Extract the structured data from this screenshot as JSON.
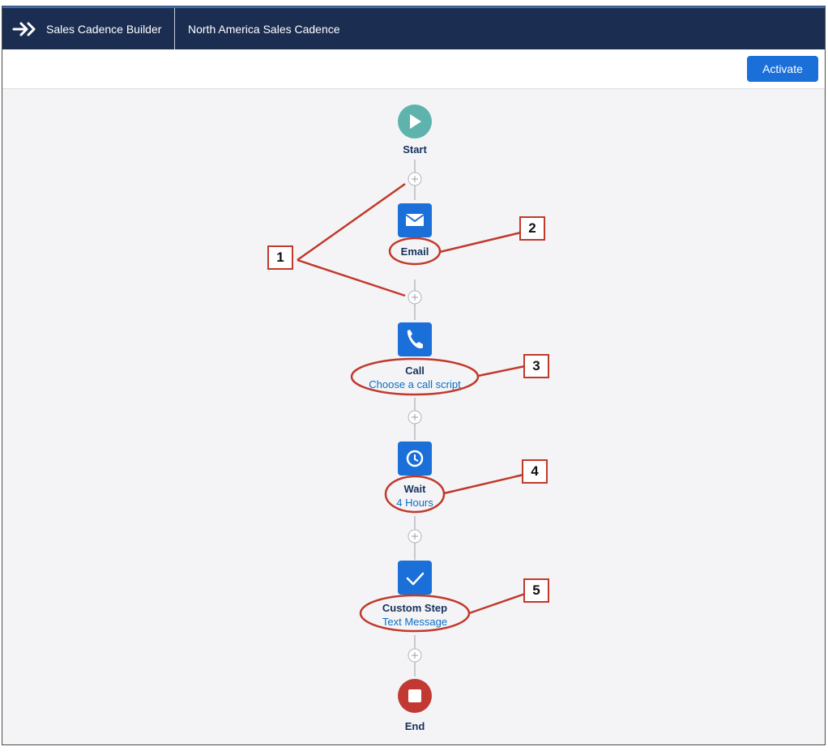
{
  "header": {
    "app_title": "Sales Cadence Builder",
    "record_title": "North America Sales Cadence"
  },
  "toolbar": {
    "activate_label": "Activate"
  },
  "flow": {
    "start_label": "Start",
    "end_label": "End",
    "steps": [
      {
        "label": "Email",
        "sublabel": "",
        "icon": "envelope-icon"
      },
      {
        "label": "Call",
        "sublabel": "Choose a call script",
        "icon": "phone-icon"
      },
      {
        "label": "Wait",
        "sublabel": "4 Hours",
        "icon": "clock-icon"
      },
      {
        "label": "Custom Step",
        "sublabel": "Text Message",
        "icon": "checkmark-icon"
      }
    ]
  },
  "callouts": [
    "1",
    "2",
    "3",
    "4",
    "5"
  ],
  "colors": {
    "header_bg": "#1b2e52",
    "accent_blue": "#1b6fd9",
    "step_icon_bg": "#1b6fd9",
    "start_icon": "#5fb3ad",
    "end_icon": "#c23934",
    "annotation_red": "#c0392b"
  }
}
